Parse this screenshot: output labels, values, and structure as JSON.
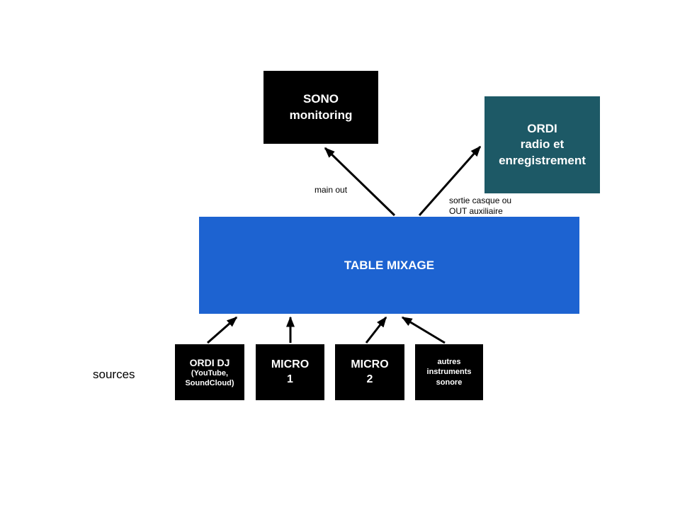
{
  "boxes": {
    "sono": {
      "lines": [
        "SONO",
        "monitoring"
      ]
    },
    "ordi_radio": {
      "lines": [
        "ORDI",
        "radio et",
        "enregistrement"
      ]
    },
    "mixer": {
      "label": "TABLE MIXAGE"
    },
    "source_ordi_dj": {
      "title": "ORDI DJ",
      "subtitle_lines": [
        "(YouTube,",
        "SoundCloud)"
      ]
    },
    "source_micro1": {
      "lines": [
        "MICRO",
        "1"
      ]
    },
    "source_micro2": {
      "lines": [
        "MICRO",
        "2"
      ]
    },
    "source_autres": {
      "lines": [
        "autres",
        "instruments",
        "sonore"
      ]
    }
  },
  "labels": {
    "sources": "sources",
    "main_out": "main out",
    "sortie_line1": "sortie casque ou",
    "sortie_line2": "OUT auxiliaire"
  },
  "colors": {
    "mixer_blue": "#1d63d1",
    "ordi_teal": "#1d5966",
    "box_black": "#000000",
    "arrow_black": "#000000"
  }
}
